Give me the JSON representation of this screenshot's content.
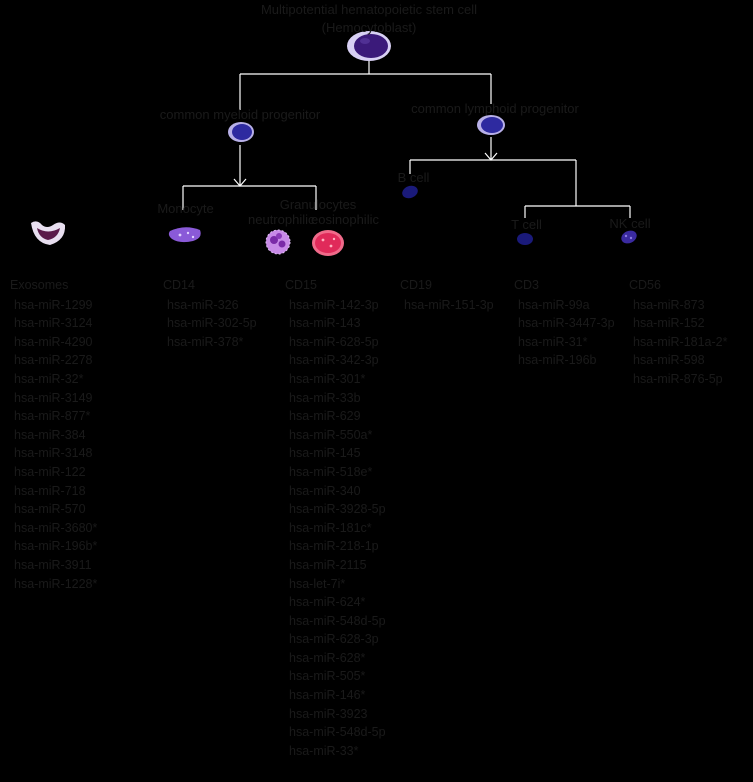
{
  "colors": {
    "background": "#000000",
    "text": "#1a1a1a",
    "line": "#ffffff",
    "stem_cell": "#3b1a7a",
    "progenitor": "#2e2aa0",
    "b_cell": "#1a1a7a",
    "monocyte": "#8a5ad8",
    "neutrophil": "#b06ae0",
    "eosinophil": "#e02a5a",
    "exosome": "#e8dff0"
  },
  "tree": {
    "root_title": "Multipotential hematopoietic stem cell",
    "root_subtitle": "(Hemocytoblast)",
    "myeloid": "common myeloid progenitor",
    "lymphoid": "common lymphoid progenitor",
    "monocyte": "Monocyte",
    "granulocytes": "Granulocytes",
    "neutrophilic": "neutrophilic",
    "eosinophilic": "eosinophilic",
    "b_cell": "B cell",
    "t_cell": "T cell",
    "nk_cell": "NK cell"
  },
  "columns": [
    {
      "header": "Exosomes",
      "items": [
        "hsa-miR-1299",
        "hsa-miR-3124",
        "hsa-miR-4290",
        "hsa-miR-2278",
        "hsa-miR-32*",
        "hsa-miR-3149",
        "hsa-miR-877*",
        "hsa-miR-384",
        "hsa-miR-3148",
        "hsa-miR-122",
        "hsa-miR-718",
        "hsa-miR-570",
        "hsa-miR-3680*",
        "hsa-miR-196b*",
        "hsa-miR-3911",
        "hsa-miR-1228*"
      ]
    },
    {
      "header": "CD14",
      "items": [
        "hsa-miR-326",
        "hsa-miR-302-5p",
        "hsa-miR-378*"
      ]
    },
    {
      "header": "CD15",
      "items": [
        "hsa-miR-142-3p",
        "hsa-miR-143",
        "hsa-miR-628-5p",
        "hsa-miR-342-3p",
        "hsa-miR-301*",
        "hsa-miR-33b",
        "hsa-miR-629",
        "hsa-miR-550a*",
        "hsa-miR-145",
        "hsa-miR-518e*",
        "hsa-miR-340",
        "hsa-miR-3928-5p",
        "hsa-miR-181c*",
        "hsa-miR-218-1p",
        "hsa-miR-2115",
        "hsa-let-7i*",
        "hsa-miR-624*",
        "hsa-miR-548d-5p",
        "hsa-miR-628-3p",
        "hsa-miR-628*",
        "hsa-miR-505*",
        "hsa-miR-146*",
        "hsa-miR-3923",
        "hsa-miR-548d-5p",
        "hsa-miR-33*"
      ]
    },
    {
      "header": "CD19",
      "items": [
        "hsa-miR-151-3p"
      ]
    },
    {
      "header": "CD3",
      "items": [
        "hsa-miR-99a",
        "hsa-miR-3447-3p",
        "hsa-miR-31*",
        "hsa-miR-196b"
      ]
    },
    {
      "header": "CD56",
      "items": [
        "hsa-miR-873",
        "hsa-miR-152",
        "hsa-miR-181a-2*",
        "hsa-miR-598",
        "hsa-miR-876-5p"
      ]
    }
  ]
}
